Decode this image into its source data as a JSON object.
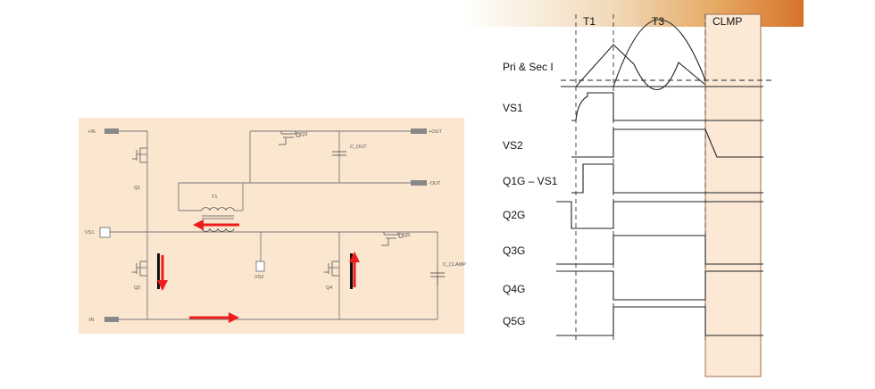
{
  "schematic": {
    "terminals": {
      "in_pos": "+IN",
      "in_neg": "-IN",
      "out_pos": "+OUT",
      "out_neg": "-OUT",
      "vs1": "VS1",
      "vs2": "VS2"
    },
    "components": {
      "q1": "Q1",
      "q2": "Q2",
      "q3": "Q3",
      "q4": "Q4",
      "q5": "Q5",
      "transformer": "T1",
      "c_out": "C_OUT",
      "c_clamp": "C_CLAMP"
    }
  },
  "timing": {
    "phase_labels": [
      "T1",
      "T3",
      "CLMP"
    ],
    "signal_labels": [
      "Pri & Sec I",
      "VS1",
      "VS2",
      "Q1G – VS1",
      "Q2G",
      "Q3G",
      "Q4G",
      "Q5G"
    ]
  },
  "colors": {
    "panel_bg": "#fbe6d0",
    "arrow": "#ee1c1c",
    "wire": "#777777",
    "clamp_region": "#fbe9d6",
    "clamp_border": "#a56f4c"
  }
}
